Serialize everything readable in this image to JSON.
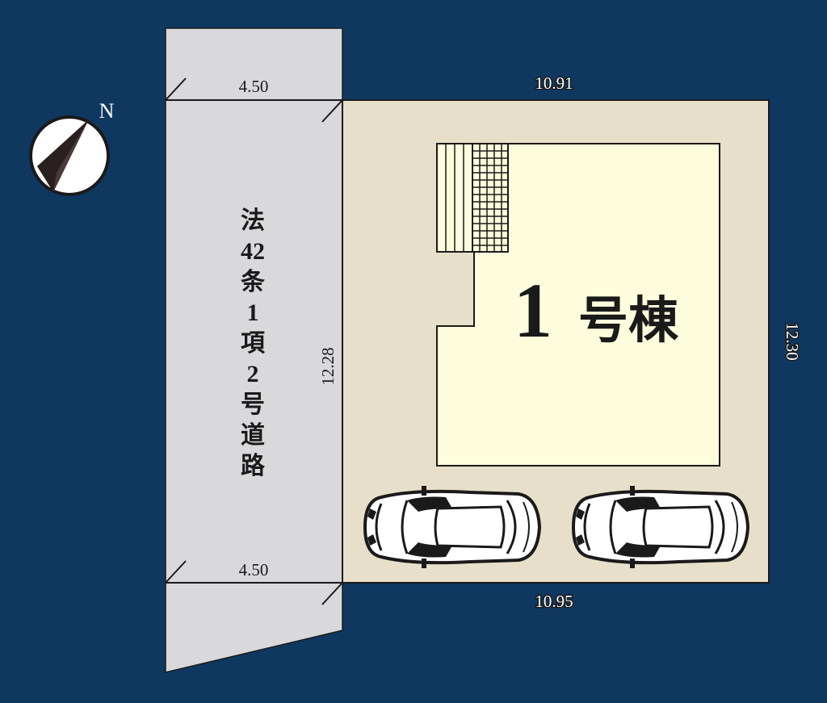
{
  "compass": {
    "north_label": "N"
  },
  "road": {
    "label_chars": [
      "法",
      "42",
      "条",
      "1",
      "項",
      "2",
      "号",
      "道",
      "路"
    ],
    "width_top": "4.50",
    "width_bottom": "4.50",
    "frontage": "12.28"
  },
  "lot": {
    "top_edge": "10.91",
    "bottom_edge": "10.95",
    "right_edge": "12.30"
  },
  "building": {
    "number": "1",
    "suffix": "号棟"
  },
  "colors": {
    "background": "#0f3861",
    "road": "#d9d9db",
    "lot": "#e7dfc9",
    "building": "#fdfcdc",
    "line": "#1a1a1a"
  },
  "parking": {
    "car_count": 2
  }
}
